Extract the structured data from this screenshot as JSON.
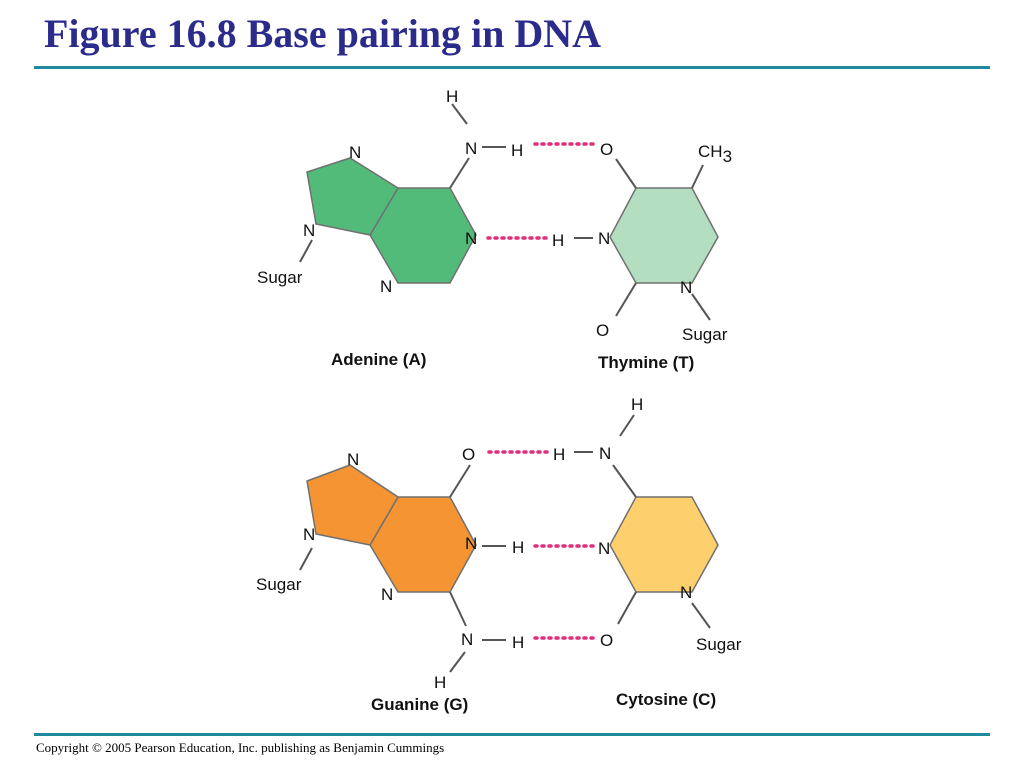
{
  "title": "Figure 16.8 Base pairing in DNA",
  "copyright": "Copyright © 2005 Pearson Education, Inc. publishing as Benjamin Cummings",
  "colors": {
    "title": "#2b2b8c",
    "rule": "#1f8a9c",
    "adenine": "#52bb7a",
    "thymine": "#b3dfc0",
    "guanine": "#f59433",
    "cytosine": "#fdd06d",
    "hydrogen_bond": "#e02f7a"
  },
  "atoms": {
    "N": "N",
    "H": "H",
    "O": "O",
    "C": "CH",
    "three": "3",
    "sugar": "Sugar"
  },
  "captions": {
    "adenine": "Adenine (A)",
    "thymine": "Thymine (T)",
    "guanine": "Guanine (G)",
    "cytosine": "Cytosine (C)"
  }
}
